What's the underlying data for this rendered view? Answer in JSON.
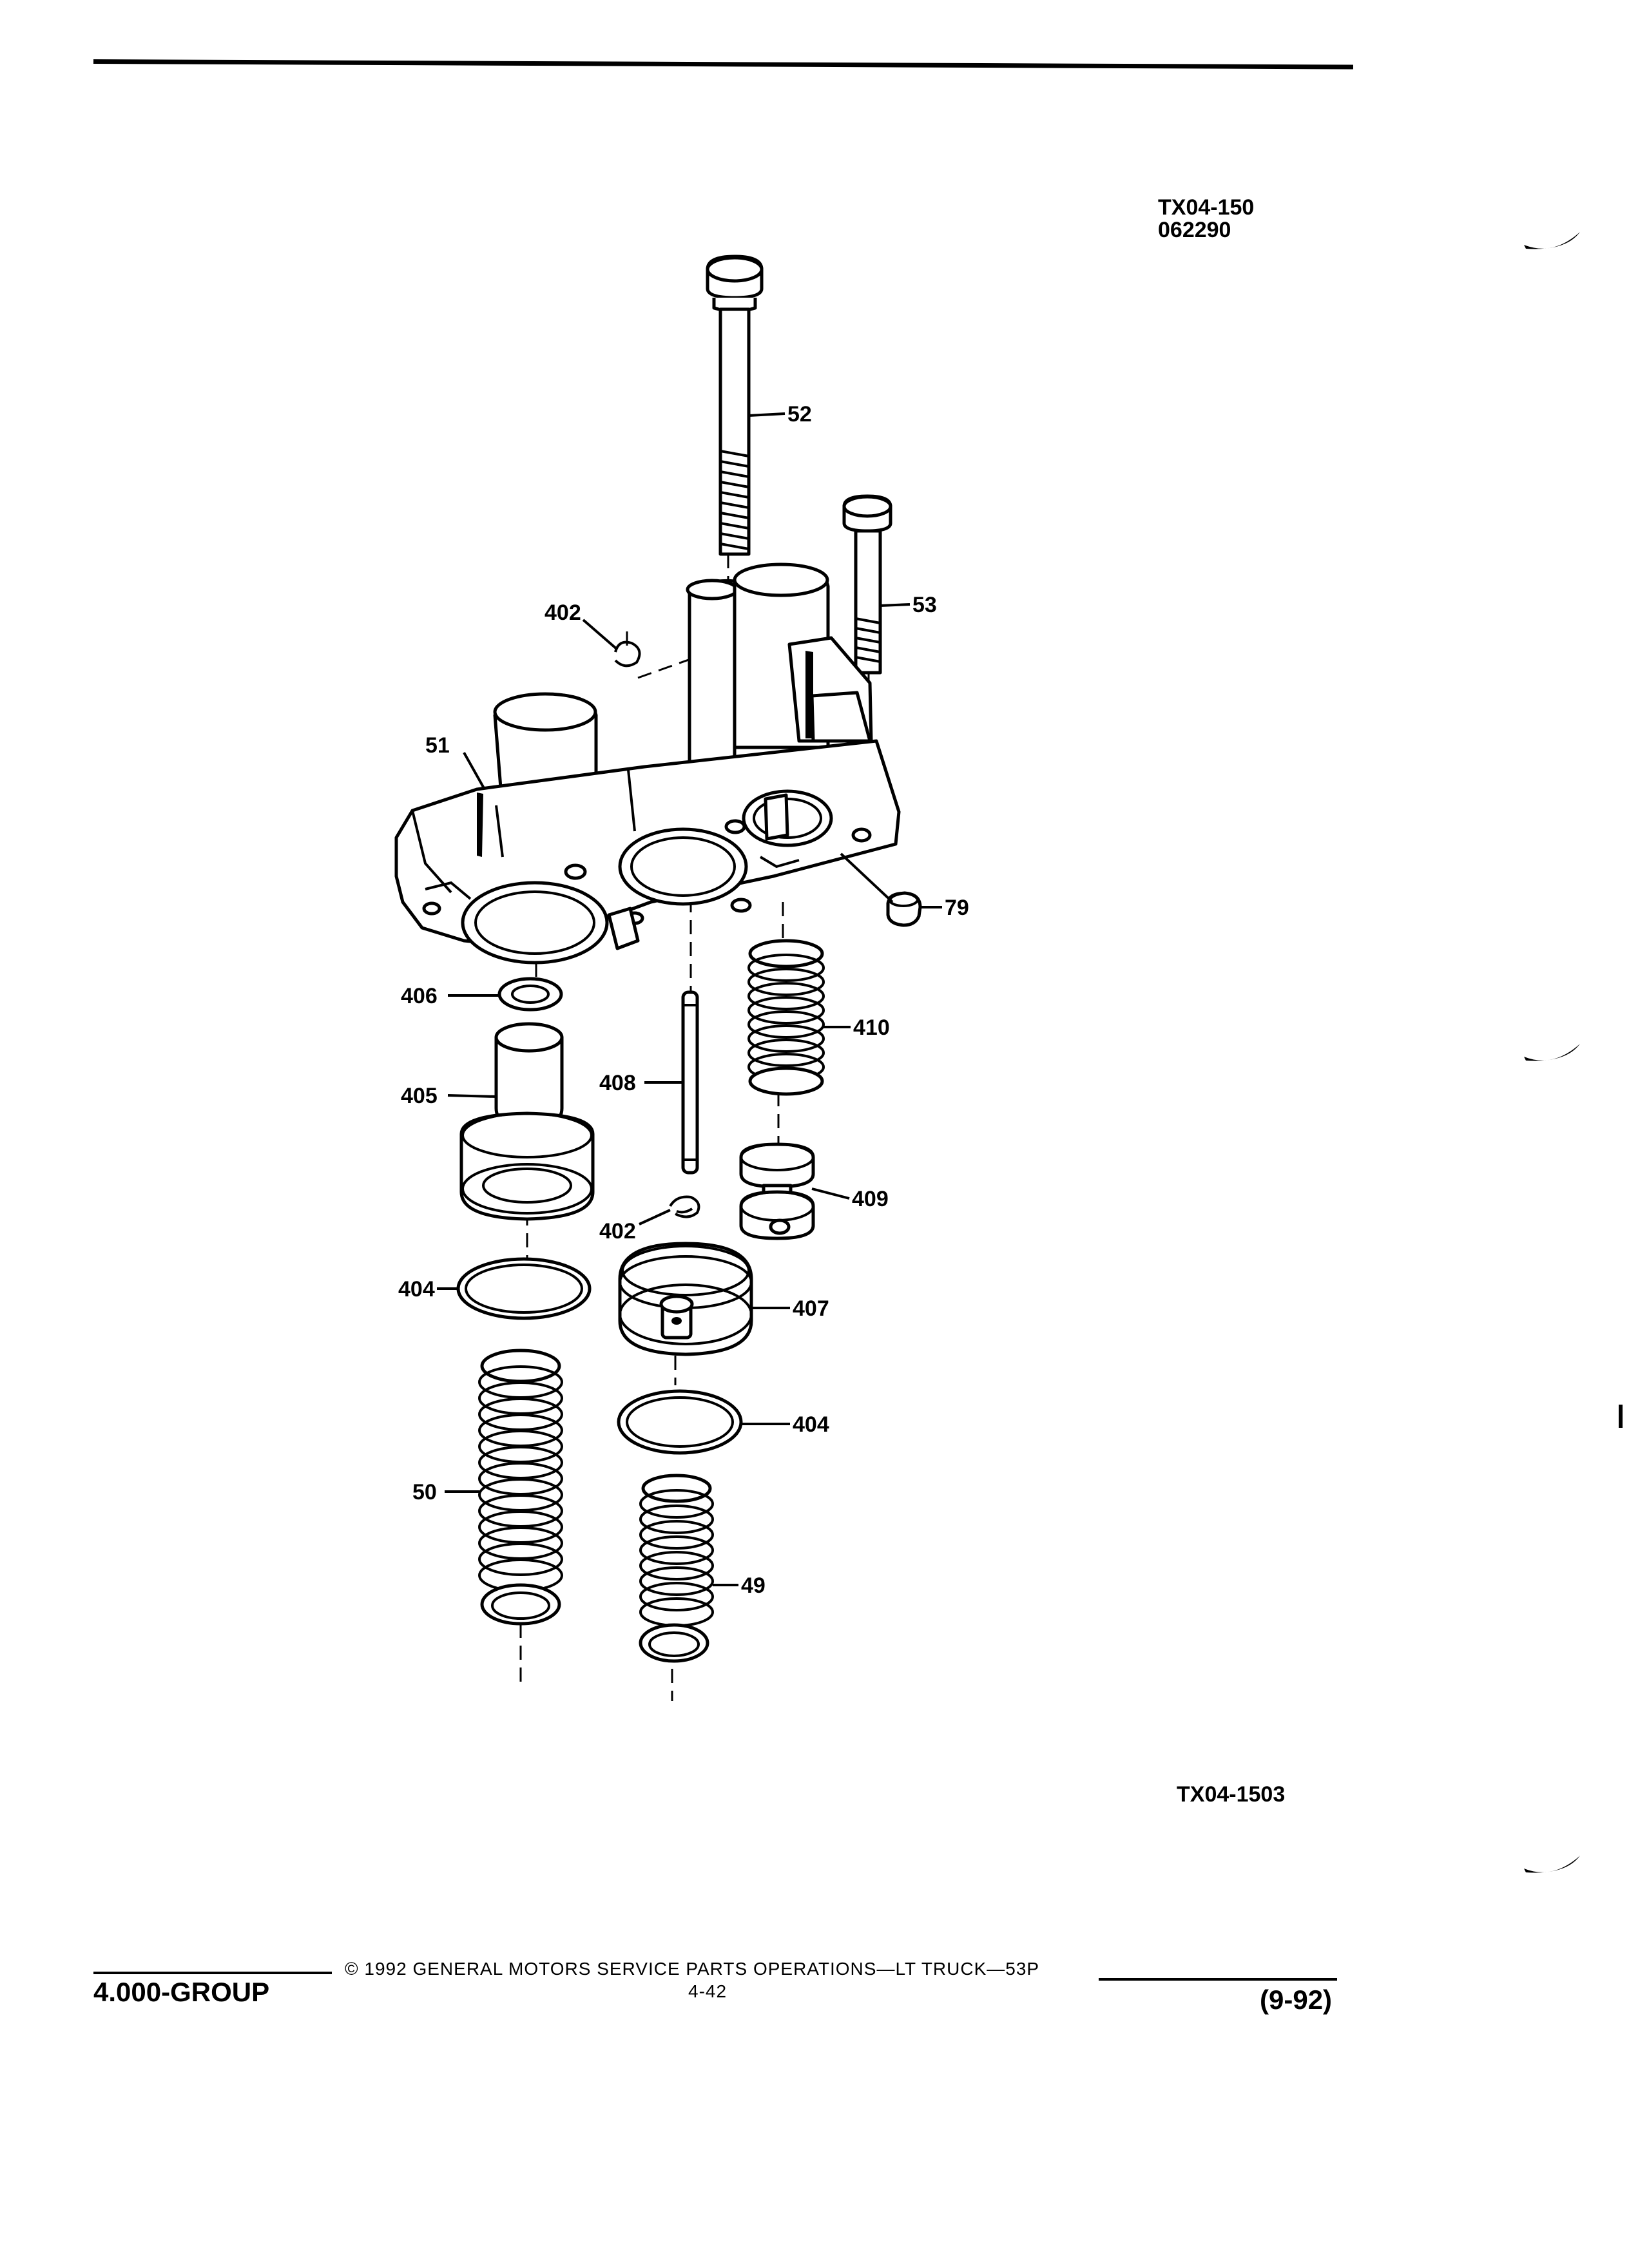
{
  "header": {
    "figure_code_line1": "TX04-150",
    "figure_code_line2": "062290"
  },
  "diagram": {
    "figure_id": "TX04-1503",
    "callouts": {
      "c52": "52",
      "c53": "53",
      "c402a": "402",
      "c51": "51",
      "c79": "79",
      "c406": "406",
      "c410": "410",
      "c405": "405",
      "c408": "408",
      "c409": "409",
      "c402b": "402",
      "c404a": "404",
      "c407": "407",
      "c404b": "404",
      "c50": "50",
      "c49": "49"
    }
  },
  "footer": {
    "group": "4.000-GROUP",
    "copyright": "© 1992 GENERAL MOTORS SERVICE PARTS OPERATIONS—LT TRUCK—53P",
    "page": "4-42",
    "date": "(9-92)"
  }
}
